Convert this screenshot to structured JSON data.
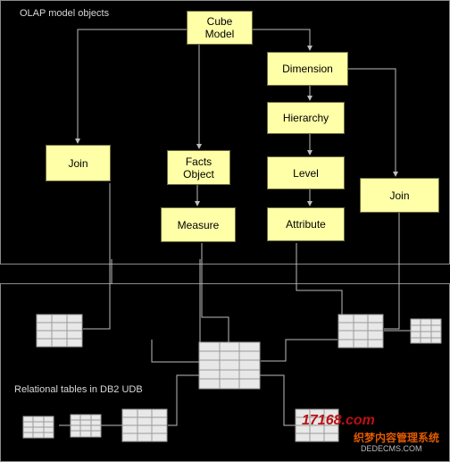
{
  "sections": {
    "olap_label": "OLAP model objects",
    "relational_label": "Relational tables in DB2 UDB"
  },
  "nodes": {
    "cube_model": "Cube\nModel",
    "dimension": "Dimension",
    "hierarchy": "Hierarchy",
    "level": "Level",
    "attribute": "Attribute",
    "facts_object": "Facts\nObject",
    "measure": "Measure",
    "join_left": "Join",
    "join_right": "Join"
  },
  "watermark": {
    "logo": "17168.com",
    "cn": "织梦内容管理系统",
    "site": "DEDECMS.COM"
  },
  "colors": {
    "node_fill": "#ffffa8",
    "background": "#000000",
    "lines": "#bdbdbd",
    "table_fill": "#e8e8e8"
  }
}
